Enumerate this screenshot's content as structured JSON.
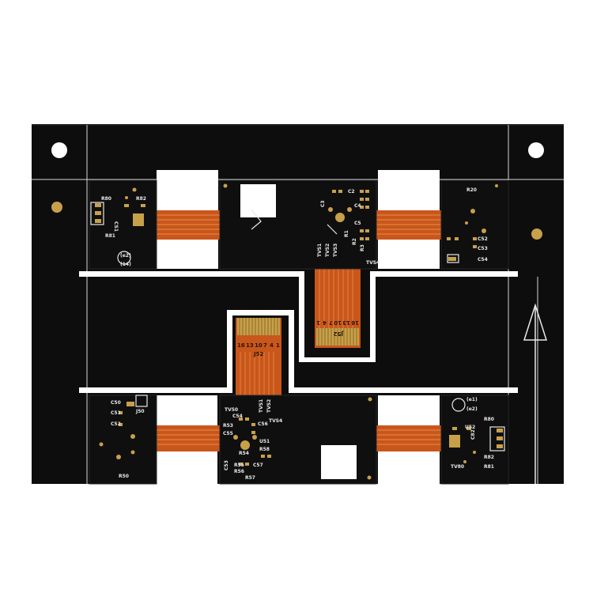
{
  "scene": {
    "subject": "rigid-flex printed circuit board panel",
    "colors": {
      "background": "#ffffff",
      "board": "#0d0d0d",
      "flex": "#c9561b",
      "flex_trace": "#e3843c",
      "gold": "#c8a04a",
      "silkscreen": "#e8e8e8"
    }
  },
  "labels": {
    "top_left_module": [
      "R80",
      "CS1",
      "R81",
      "R82",
      "(e2)",
      "(14)"
    ],
    "top_center_module": [
      "C2",
      "C3",
      "C4",
      "C5",
      "R1",
      "R2",
      "R3",
      "TVS1",
      "TVS2",
      "TVS3",
      "TVS4"
    ],
    "top_right_module": [
      "R20",
      "C52",
      "C53",
      "C54"
    ],
    "top_flex_connector": [
      "16",
      "13",
      "10",
      "7",
      "4",
      "1",
      "J52"
    ],
    "bottom_flex_connector": [
      "16",
      "13",
      "10",
      "7",
      "4",
      "1",
      "J52"
    ],
    "bottom_left_module": [
      "C50",
      "C51",
      "C52",
      "J50",
      "R50"
    ],
    "bottom_center_module": [
      "TV50",
      "C54",
      "R53",
      "C55",
      "R54",
      "C53",
      "R55",
      "R56",
      "R57",
      "C56",
      "TVS1",
      "TVS2",
      "TVS4",
      "U51",
      "R58",
      "C57"
    ],
    "bottom_right_module": [
      "(e1)",
      "(e2)",
      "R80",
      "U52",
      "C82",
      "TV80",
      "R81",
      "R82"
    ]
  }
}
